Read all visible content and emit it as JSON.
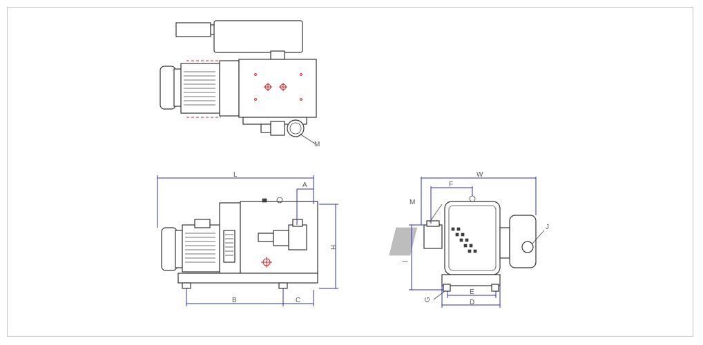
{
  "labels": {
    "L": "L",
    "A": "A",
    "H": "H",
    "B": "B",
    "C": "C",
    "M_top": "M",
    "W": "W",
    "F": "F",
    "M_end": "M",
    "I": "I",
    "J": "J",
    "E": "E",
    "D": "D",
    "G": "G"
  },
  "colors": {
    "dimension_line": "#2c2cb8",
    "center_mark": "#d42020",
    "outline": "#333333"
  }
}
